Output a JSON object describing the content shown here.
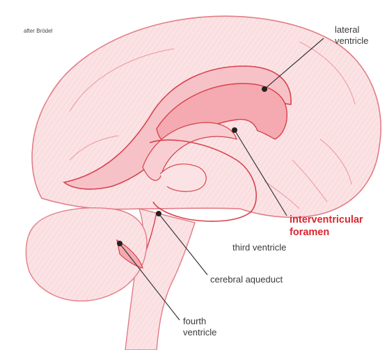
{
  "credit": "after Brödel",
  "labels": {
    "lateral_line1": "lateral",
    "lateral_line2": "ventricle",
    "interventricular_line1": "interventricular",
    "interventricular_line2": "foramen",
    "third_ventricle": "third ventricle",
    "cerebral_aqueduct": "cerebral aqueduct",
    "fourth_line1": "fourth",
    "fourth_line2": "ventricle"
  },
  "colors": {
    "outline": "#e0707a",
    "fill": "#fbe1e3",
    "ventricle": "#f4aab0",
    "ventricle_stroke": "#d8404c",
    "highlight": "#d9262f",
    "leader": "#333333"
  }
}
